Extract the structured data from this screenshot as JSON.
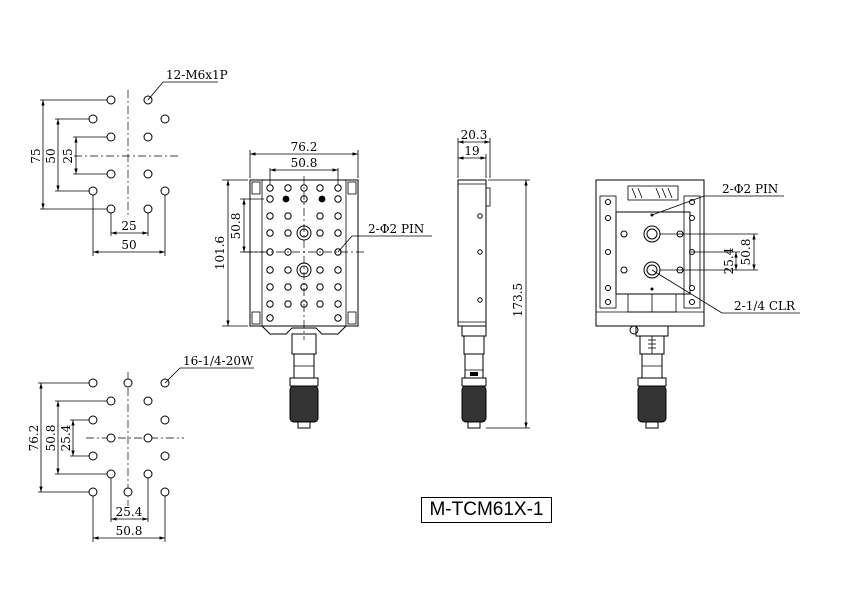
{
  "title": "M-TCM61X-1",
  "pattern_metric": {
    "callout": "12-M6x1P",
    "dim_outer_vertical": "75",
    "dim_mid_vertical": "50",
    "dim_inner_vertical": "25",
    "dim_inner_horizontal": "25",
    "dim_outer_horizontal": "50"
  },
  "pattern_imperial": {
    "callout": "16-1/4-20W",
    "dim_outer_vertical": "76.2",
    "dim_mid_vertical": "50.8",
    "dim_inner_vertical": "25.4",
    "dim_inner_horizontal": "25.4",
    "dim_outer_horizontal": "50.8"
  },
  "top_view": {
    "dim_width": "76.2",
    "dim_inner_width": "50.8",
    "dim_height": "101.6",
    "dim_inner_height": "50.8",
    "pin_callout": "2-Φ2 PIN"
  },
  "side_view": {
    "dim_thickness": "20.3",
    "dim_body": "19",
    "dim_total_length": "173.5"
  },
  "bottom_view": {
    "pin_callout": "2-Φ2 PIN",
    "clr_callout": "2-1/4 CLR",
    "dim_inner": "25.4",
    "dim_outer": "50.8"
  },
  "colors": {
    "line": "#000000",
    "background": "#ffffff"
  }
}
